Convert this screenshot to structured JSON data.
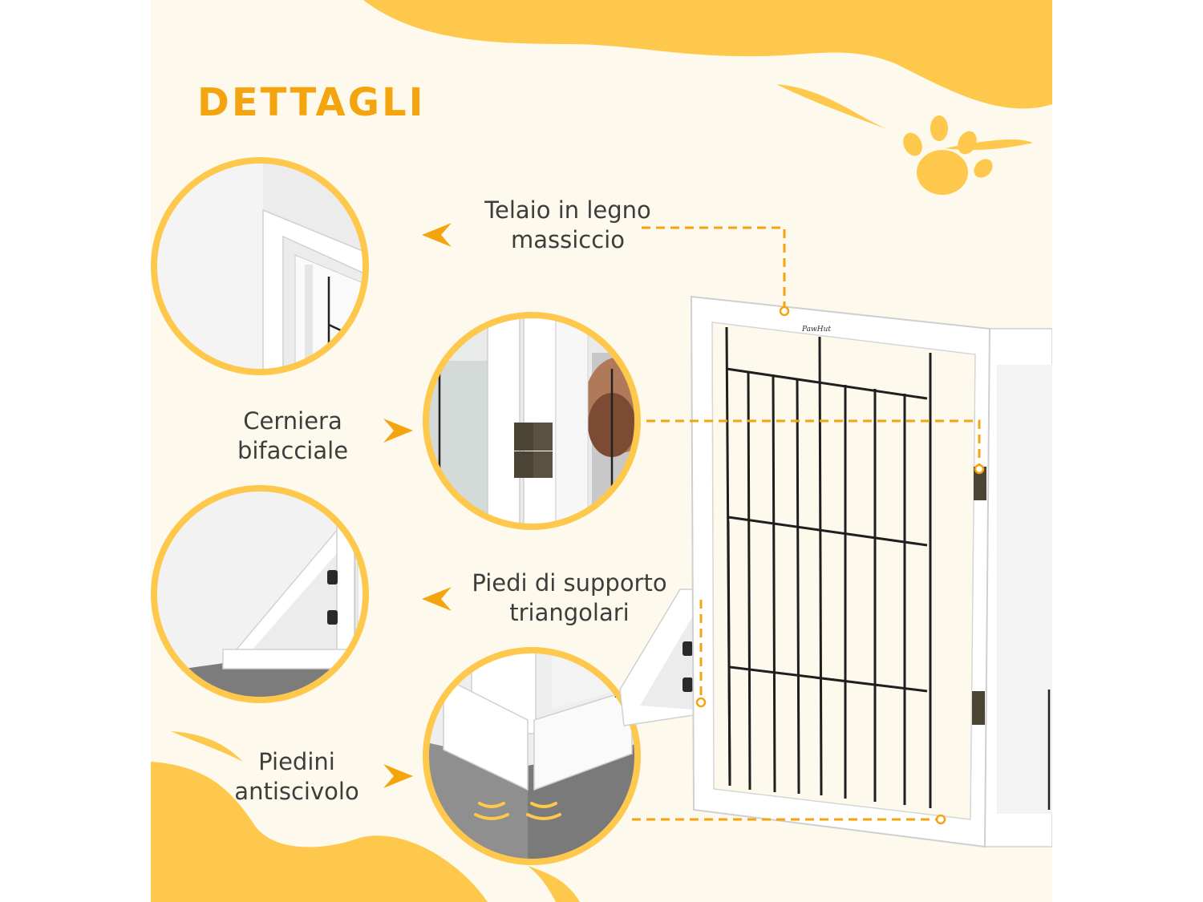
{
  "title": "DETTAGLI",
  "brand": {
    "logo_text": "PawHut"
  },
  "colors": {
    "accent": "#f4a40f",
    "blob": "#fdc84c",
    "background": "#fdf9ec",
    "frame": "#ffffff",
    "wire": "#1f1f1f",
    "text": "#3d3d3d"
  },
  "features": [
    {
      "line1": "Telaio in legno",
      "line2": "massiccio",
      "icon": "frame-corner-detail"
    },
    {
      "line1": "Cerniera",
      "line2": "bifacciale",
      "icon": "hinge-detail"
    },
    {
      "line1": "Piedi di supporto",
      "line2": "triangolari",
      "icon": "triangle-foot-detail"
    },
    {
      "line1": "Piedini",
      "line2": "antiscivolo",
      "icon": "anti-slip-foot-detail"
    }
  ]
}
